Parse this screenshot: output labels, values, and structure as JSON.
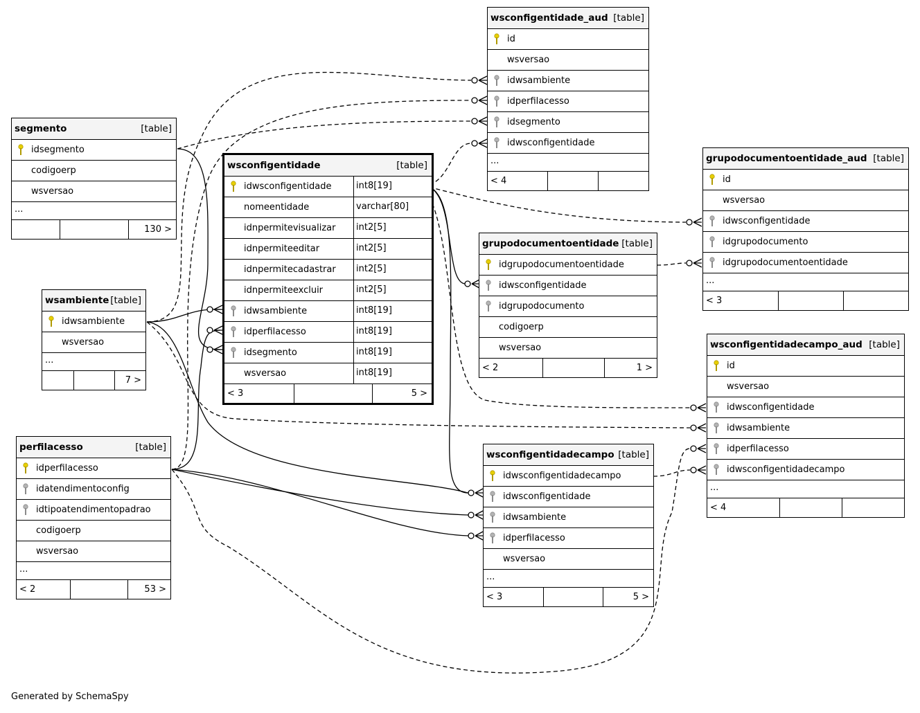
{
  "credit": "Generated by SchemaSpy",
  "tag_label": "[table]",
  "key_colors": {
    "primary": "#e8d000",
    "foreign": "#b4b4b4"
  },
  "tables": [
    {
      "name": "segmento",
      "focus": false,
      "columns": [
        {
          "name": "idsegmento",
          "key": "pk"
        },
        {
          "name": "codigoerp",
          "key": ""
        },
        {
          "name": "wsversao",
          "key": ""
        }
      ],
      "more": "...",
      "footer": [
        "",
        "",
        "130 >"
      ]
    },
    {
      "name": "wsambiente",
      "focus": false,
      "columns": [
        {
          "name": "idwsambiente",
          "key": "pk"
        },
        {
          "name": "wsversao",
          "key": ""
        }
      ],
      "more": "...",
      "footer": [
        "",
        "",
        "7 >"
      ]
    },
    {
      "name": "perfilacesso",
      "focus": false,
      "columns": [
        {
          "name": "idperfilacesso",
          "key": "pk"
        },
        {
          "name": "idatendimentoconfig",
          "key": "fk"
        },
        {
          "name": "idtipoatendimentopadrao",
          "key": "fk"
        },
        {
          "name": "codigoerp",
          "key": ""
        },
        {
          "name": "wsversao",
          "key": ""
        }
      ],
      "more": "...",
      "footer": [
        "< 2",
        "",
        "53 >"
      ]
    },
    {
      "name": "wsconfigentidade",
      "focus": true,
      "columns": [
        {
          "name": "idwsconfigentidade",
          "key": "pk",
          "type": "int8[19]"
        },
        {
          "name": "nomeentidade",
          "key": "",
          "type": "varchar[80]"
        },
        {
          "name": "idnpermitevisualizar",
          "key": "",
          "type": "int2[5]"
        },
        {
          "name": "idnpermiteeditar",
          "key": "",
          "type": "int2[5]"
        },
        {
          "name": "idnpermitecadastrar",
          "key": "",
          "type": "int2[5]"
        },
        {
          "name": "idnpermiteexcluir",
          "key": "",
          "type": "int2[5]"
        },
        {
          "name": "idwsambiente",
          "key": "fk",
          "type": "int8[19]"
        },
        {
          "name": "idperfilacesso",
          "key": "fk",
          "type": "int8[19]"
        },
        {
          "name": "idsegmento",
          "key": "fk",
          "type": "int8[19]"
        },
        {
          "name": "wsversao",
          "key": "",
          "type": "int8[19]"
        }
      ],
      "more": "",
      "footer": [
        "< 3",
        "",
        "5 >"
      ]
    },
    {
      "name": "wsconfigentidade_aud",
      "focus": false,
      "columns": [
        {
          "name": "id",
          "key": "pk"
        },
        {
          "name": "wsversao",
          "key": ""
        },
        {
          "name": "idwsambiente",
          "key": "fk"
        },
        {
          "name": "idperfilacesso",
          "key": "fk"
        },
        {
          "name": "idsegmento",
          "key": "fk"
        },
        {
          "name": "idwsconfigentidade",
          "key": "fk"
        }
      ],
      "more": "...",
      "footer": [
        "< 4",
        "",
        ""
      ]
    },
    {
      "name": "grupodocumentoentidade",
      "focus": false,
      "columns": [
        {
          "name": "idgrupodocumentoentidade",
          "key": "pk"
        },
        {
          "name": "idwsconfigentidade",
          "key": "fk"
        },
        {
          "name": "idgrupodocumento",
          "key": "fk"
        },
        {
          "name": "codigoerp",
          "key": ""
        },
        {
          "name": "wsversao",
          "key": ""
        }
      ],
      "more": "",
      "footer": [
        "< 2",
        "",
        "1 >"
      ]
    },
    {
      "name": "grupodocumentoentidade_aud",
      "focus": false,
      "columns": [
        {
          "name": "id",
          "key": "pk"
        },
        {
          "name": "wsversao",
          "key": ""
        },
        {
          "name": "idwsconfigentidade",
          "key": "fk"
        },
        {
          "name": "idgrupodocumento",
          "key": "fk"
        },
        {
          "name": "idgrupodocumentoentidade",
          "key": "fk"
        }
      ],
      "more": "...",
      "footer": [
        "< 3",
        "",
        ""
      ]
    },
    {
      "name": "wsconfigentidadecampo_aud",
      "focus": false,
      "columns": [
        {
          "name": "id",
          "key": "pk"
        },
        {
          "name": "wsversao",
          "key": ""
        },
        {
          "name": "idwsconfigentidade",
          "key": "fk"
        },
        {
          "name": "idwsambiente",
          "key": "fk"
        },
        {
          "name": "idperfilacesso",
          "key": "fk"
        },
        {
          "name": "idwsconfigentidadecampo",
          "key": "fk"
        }
      ],
      "more": "...",
      "footer": [
        "< 4",
        "",
        ""
      ]
    },
    {
      "name": "wsconfigentidadecampo",
      "focus": false,
      "columns": [
        {
          "name": "idwsconfigentidadecampo",
          "key": "pk"
        },
        {
          "name": "idwsconfigentidade",
          "key": "fk"
        },
        {
          "name": "idwsambiente",
          "key": "fk"
        },
        {
          "name": "idperfilacesso",
          "key": "fk"
        },
        {
          "name": "wsversao",
          "key": ""
        }
      ],
      "more": "...",
      "footer": [
        "< 3",
        "",
        "5 >"
      ]
    }
  ]
}
